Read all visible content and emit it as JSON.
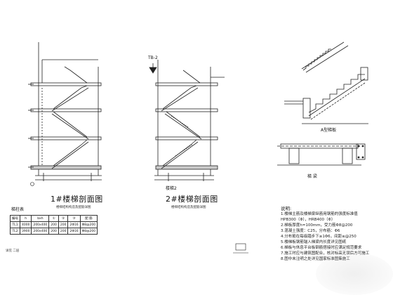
{
  "drawing": {
    "stair1_title": "1#楼梯剖面图",
    "stair1_subtitle": "楼梯结构构造及配筋详图",
    "stair2_title": "2#楼梯剖面图",
    "stair2_subtitle": "楼梯结构构造及配筋详图",
    "stair2_top_tag": "TB-2",
    "stair2_bottom_tag": "楼梯2",
    "detail_a_title": "A型梯板",
    "detail_b_title": "梯 梁",
    "schedule_title": "梯柱表",
    "schedule_headers": [
      "编号",
      "h",
      "bxh",
      "①",
      "②",
      "③",
      "配 筋"
    ],
    "schedule_rows": [
      [
        "TL1",
        "4000",
        "200x400",
        "200",
        "200",
        "2Φ16",
        "Φ8@200"
      ],
      [
        "TL2",
        "3900",
        "200x400",
        "200",
        "200",
        "2Φ16",
        "Φ8@200"
      ]
    ],
    "notes_title": "说明:",
    "notes": [
      "1.楼梯主筋及楼梯梁纵筋用钢筋的强度标准值",
      "   HPB300（Φ），HRB400（Φ）",
      "2.梯板厚度h=100mm，受力筋Φ8@200",
      "3.混凝土强度：C25，分布筋：Φ6",
      "4.分布筋在每级踏步下≥1Φ6，间距≤@250",
      "5.楼梯板钢筋锚入梯梁内长度详见图纸",
      "6.梯板与休息平台板钢筋搭接时应满足规范要求",
      "7.施工时应与建筑图配合，核对标高无误后方可施工",
      "8.图中未注明之处详见国家标准图集施工"
    ],
    "bottom_left_mark": "详见 二层"
  }
}
